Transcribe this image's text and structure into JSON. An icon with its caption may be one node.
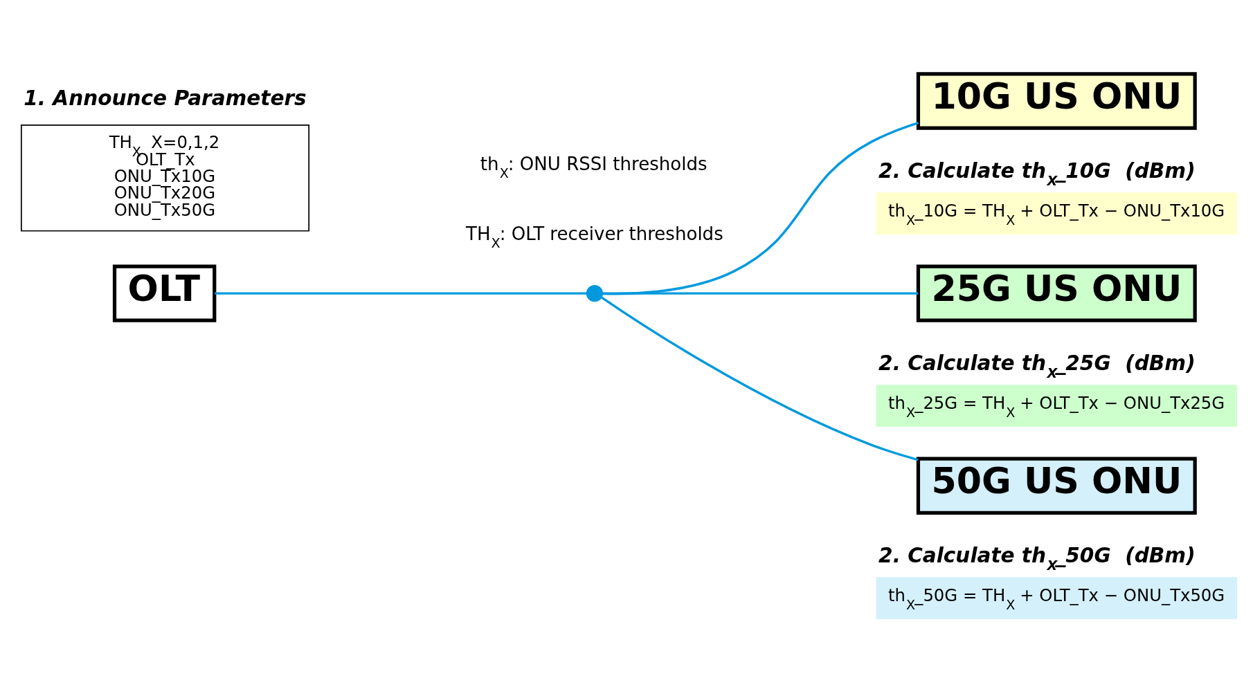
{
  "diagram": {
    "nodes": [
      {
        "text": [
          "OLT"
        ]
      },
      {
        "text": [],
        "shape": "circle"
      },
      {
        "text": [
          "10G US ONU"
        ]
      },
      {
        "text": [
          "2. Calculate th$_{X}$_10G  (dBm)",
          "th$_{X}$_10G = TH$_{X}$ + OLT_Tx − ONU_Tx10G"
        ]
      },
      {
        "text": [
          "25G US ONU"
        ]
      },
      {
        "text": [
          "2. Calculate th$_{X}$_25G  (dBm)",
          "th$_{X}$_25G = TH$_{X}$ + OLT_Tx − ONU_Tx25G"
        ]
      },
      {
        "text": [
          "50G US ONU"
        ]
      },
      {
        "text": [
          "2. Calculate th$_{X}$_50G  (dBm)",
          "th$_{X}$_50G = TH$_{X}$ + OLT_Tx − ONU_Tx50G"
        ]
      },
      {
        "text": [
          "1. Announce Parameters",
          "TH$_{X}$  X=0,1,2",
          "OLT_Tx",
          "ONU_Tx10G",
          "ONU_Tx20G",
          "ONU_Tx50G"
        ]
      }
    ],
    "edges": [
      {
        "from": 0,
        "to": 1,
        "arrow": "none"
      },
      {
        "from": 1,
        "to": 2,
        "arrow": "none"
      },
      {
        "from": 1,
        "to": 4,
        "arrow": "none"
      },
      {
        "from": 1,
        "to": 6,
        "arrow": "none"
      }
    ],
    "labels": [
      "TH$_{X}$: OLT receiver thresholds",
      "th$_{X}$: ONU RSSI thresholds"
    ]
  }
}
